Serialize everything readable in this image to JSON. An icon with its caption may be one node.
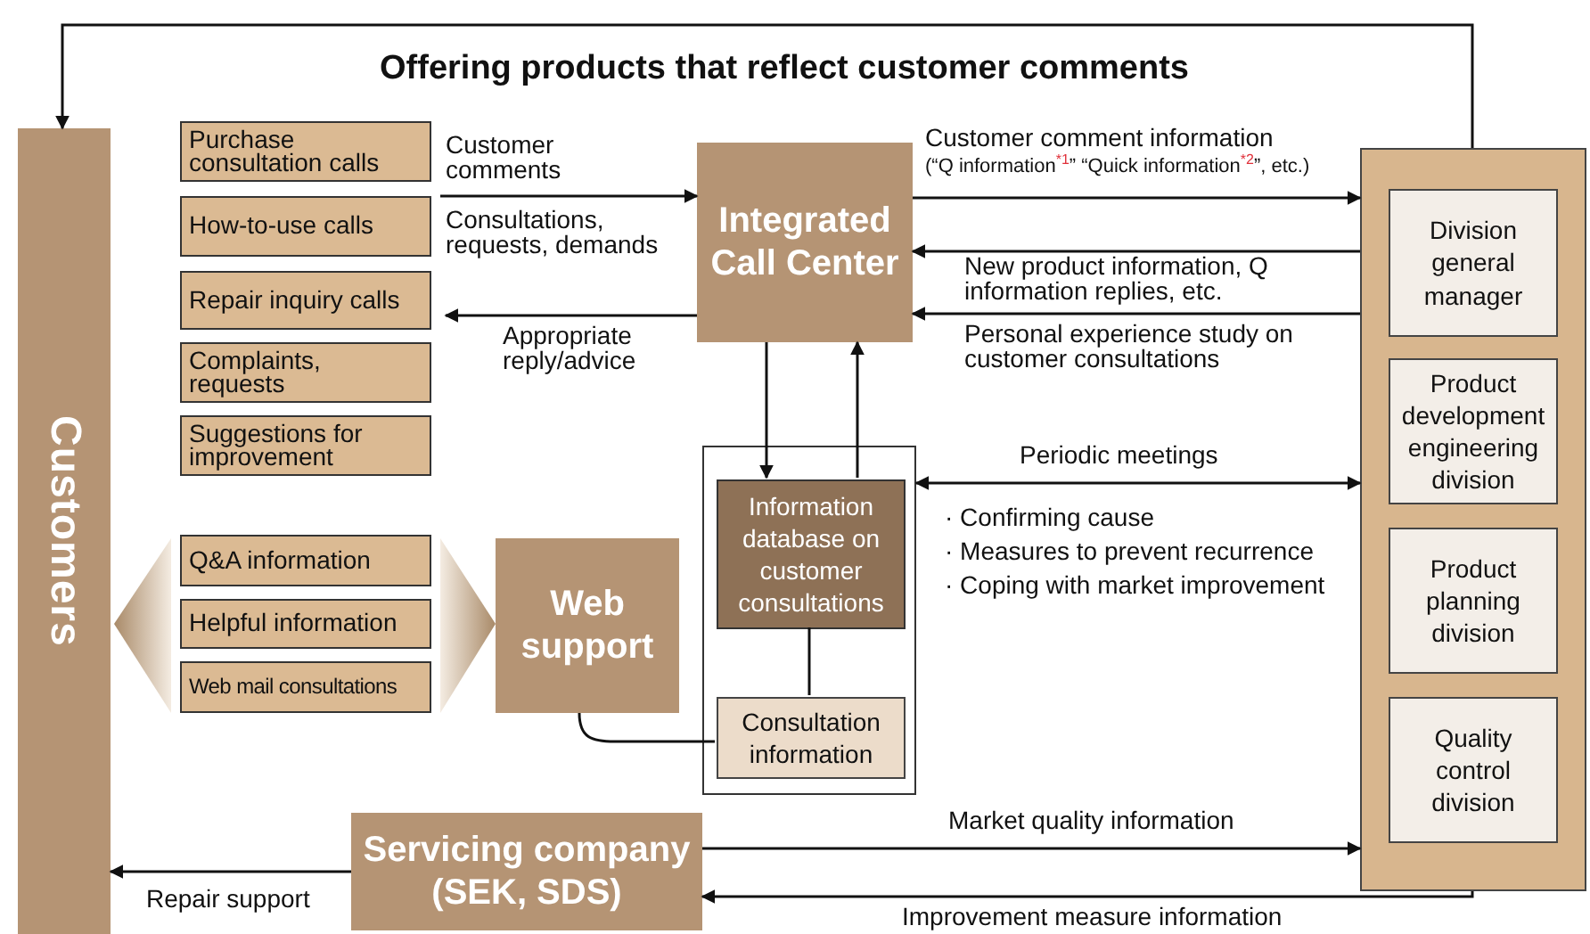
{
  "diagram": {
    "title": "Offering products that reflect customer comments",
    "nodes": [
      {
        "text": [
          "Customers"
        ]
      },
      {
        "text": [
          "Purchase consultation calls"
        ]
      },
      {
        "text": [
          "How-to-use calls"
        ]
      },
      {
        "text": [
          "Repair inquiry calls"
        ]
      },
      {
        "text": [
          "Complaints, requests"
        ]
      },
      {
        "text": [
          "Suggestions for improvement"
        ]
      },
      {
        "text": [
          "Integrated Call Center"
        ]
      },
      {
        "text": [],
        "shape": "box"
      },
      {
        "text": [
          "Division general manager"
        ],
        "in": 7
      },
      {
        "text": [
          "Product development engineering division"
        ],
        "in": 7
      },
      {
        "text": [
          "Product planning division"
        ],
        "in": 7
      },
      {
        "text": [
          "Quality control division"
        ],
        "in": 7
      },
      {
        "text": [],
        "shape": "box"
      },
      {
        "text": [
          "Information database on customer consultations"
        ],
        "in": 12
      },
      {
        "text": [
          "Consultation information"
        ],
        "in": 12
      },
      {
        "text": [
          "Q&A information"
        ]
      },
      {
        "text": [
          "Helpful information"
        ]
      },
      {
        "text": [
          "Web mail consultations"
        ]
      },
      {
        "text": [
          "Web support"
        ]
      },
      {
        "text": [
          "Servicing company (SEK, SDS)"
        ]
      }
    ],
    "edges": [
      {
        "from": 7,
        "to": 0,
        "arrow": "to"
      },
      {
        "from": 2,
        "to": 6,
        "arrow": "to",
        "label": "Customer comments"
      },
      {
        "from": 6,
        "to": 3,
        "arrow": "to",
        "label": "Appropriate reply/advice"
      },
      {
        "from": 6,
        "to": 7,
        "arrow": "to",
        "label": "Customer comment information"
      },
      {
        "from": 7,
        "to": 6,
        "arrow": "to",
        "label": "New product information, Q information replies, etc."
      },
      {
        "from": 7,
        "to": 6,
        "arrow": "to",
        "label": "Personal experience study on customer consultations"
      },
      {
        "from": 6,
        "to": 13,
        "arrow": "to"
      },
      {
        "from": 13,
        "to": 6,
        "arrow": "to"
      },
      {
        "from": 12,
        "to": 7,
        "arrow": "both",
        "label": "Periodic meetings"
      },
      {
        "from": 13,
        "to": 14,
        "arrow": "none"
      },
      {
        "from": 18,
        "to": 14,
        "arrow": "none"
      },
      {
        "from": 19,
        "to": 7,
        "arrow": "to",
        "label": "Market quality information"
      },
      {
        "from": 7,
        "to": 19,
        "arrow": "to",
        "label": "Improvement measure information"
      },
      {
        "from": 19,
        "to": 0,
        "arrow": "to",
        "label": "Repair support"
      },
      {
        "from": 16,
        "to": 0,
        "arrow": "none",
        "style": "thick"
      },
      {
        "from": 16,
        "to": 18,
        "arrow": "none",
        "style": "thick"
      }
    ],
    "labels": [
      "Consultations, requests, demands",
      "(“Q information$^{*1}$” “Quick information$^{*2}$”, etc.)",
      "· Confirming cause",
      "· Measures to prevent recurrence",
      "· Coping with market improvement"
    ]
  }
}
